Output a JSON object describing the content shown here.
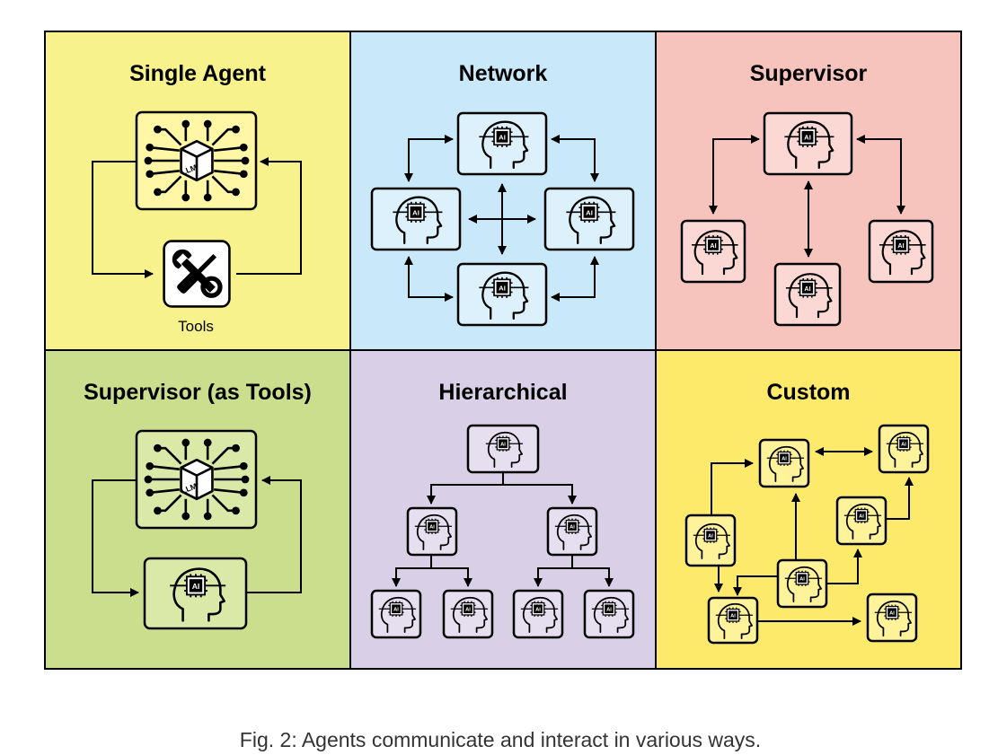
{
  "panels": [
    {
      "id": "single-agent",
      "title": "Single Agent",
      "color": "#f7f28c"
    },
    {
      "id": "network",
      "title": "Network",
      "color": "#c9e8f9"
    },
    {
      "id": "supervisor",
      "title": "Supervisor",
      "color": "#f7c4bd"
    },
    {
      "id": "supervisor-as-tools",
      "title": "Supervisor (as Tools)",
      "color": "#cbde8d"
    },
    {
      "id": "hierarchical",
      "title": "Hierarchical",
      "color": "#d9cfe6"
    },
    {
      "id": "custom",
      "title": "Custom",
      "color": "#fde96a"
    }
  ],
  "labels": {
    "llm": "LLM",
    "ai": "AI",
    "tools": "Tools"
  },
  "caption": "Fig. 2: Agents communicate and interact in various ways."
}
